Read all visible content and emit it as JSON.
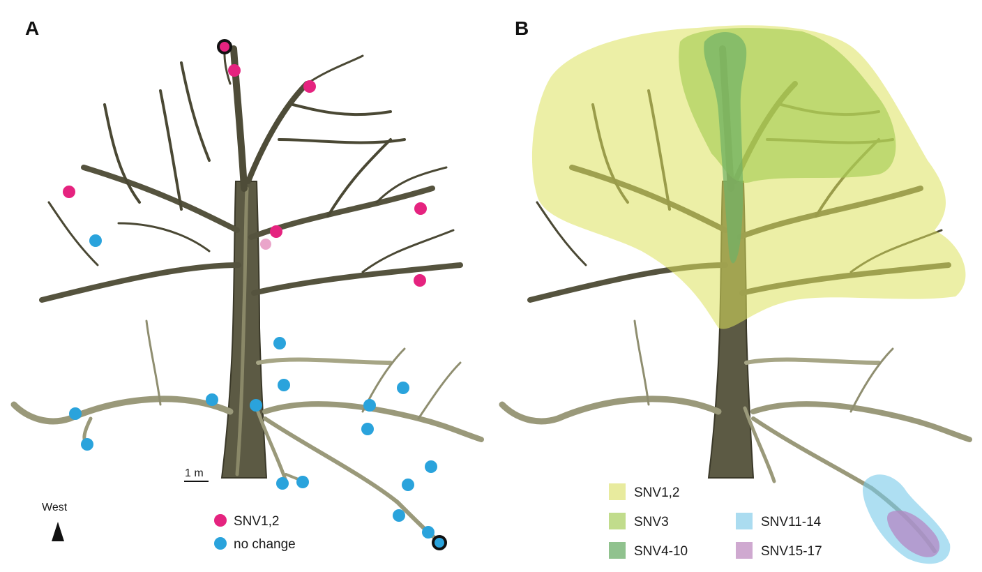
{
  "panels": {
    "a": {
      "letter": "A",
      "scale_label": "1 m",
      "direction_label": "West",
      "legend": [
        {
          "label": "SNV1,2",
          "color": "#e5237f"
        },
        {
          "label": "no change",
          "color": "#2aa3dc"
        }
      ]
    },
    "b": {
      "letter": "B",
      "legend": [
        {
          "label": "SNV1,2",
          "color": "#e8eb9e"
        },
        {
          "label": "SNV3",
          "color": "#c1dc8c"
        },
        {
          "label": "SNV4-10",
          "color": "#90c28e"
        },
        {
          "label": "SNV11-14",
          "color": "#abdcf0"
        },
        {
          "label": "SNV15-17",
          "color": "#cfa9d0"
        }
      ]
    }
  },
  "colors": {
    "snv": "#e5237f",
    "no_change": "#2aa3dc",
    "bark": "#5c5a44",
    "bark_light": "#a6a585",
    "region_snv12": "#dde15c",
    "region_snv3": "#a7cc55",
    "region_snv410": "#6fb167",
    "region_snv1114": "#78c9ea",
    "region_snv1517": "#b487c4"
  }
}
